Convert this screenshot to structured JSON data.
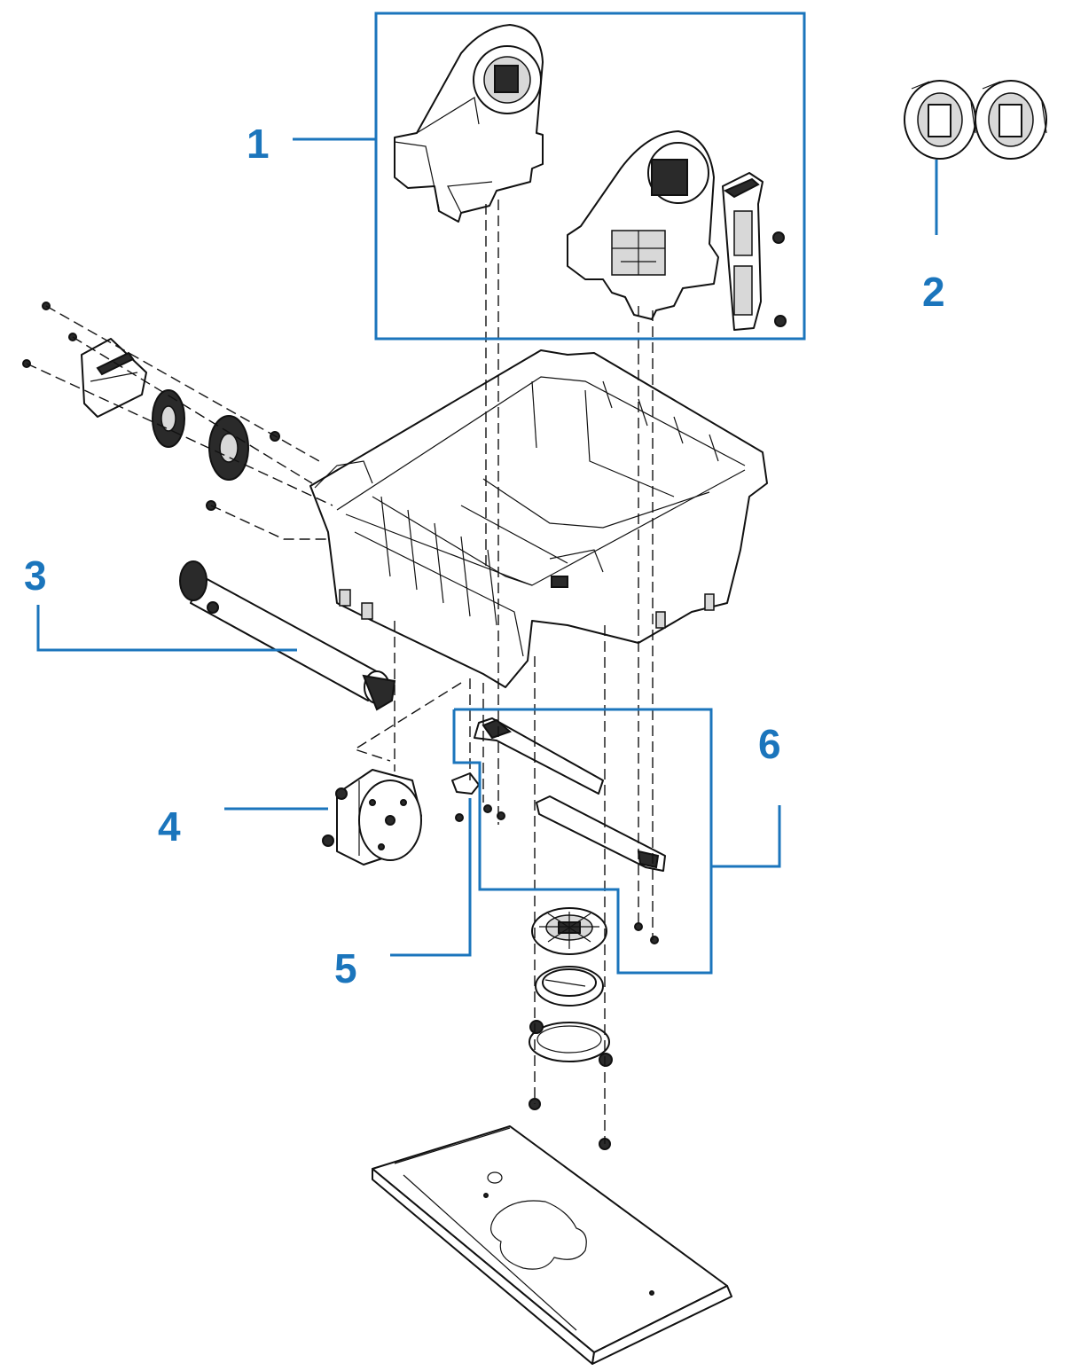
{
  "accent_color": "#1b75bc",
  "callouts": [
    {
      "label": "1"
    },
    {
      "label": "2"
    },
    {
      "label": "3"
    },
    {
      "label": "4"
    },
    {
      "label": "5"
    },
    {
      "label": "6"
    }
  ]
}
